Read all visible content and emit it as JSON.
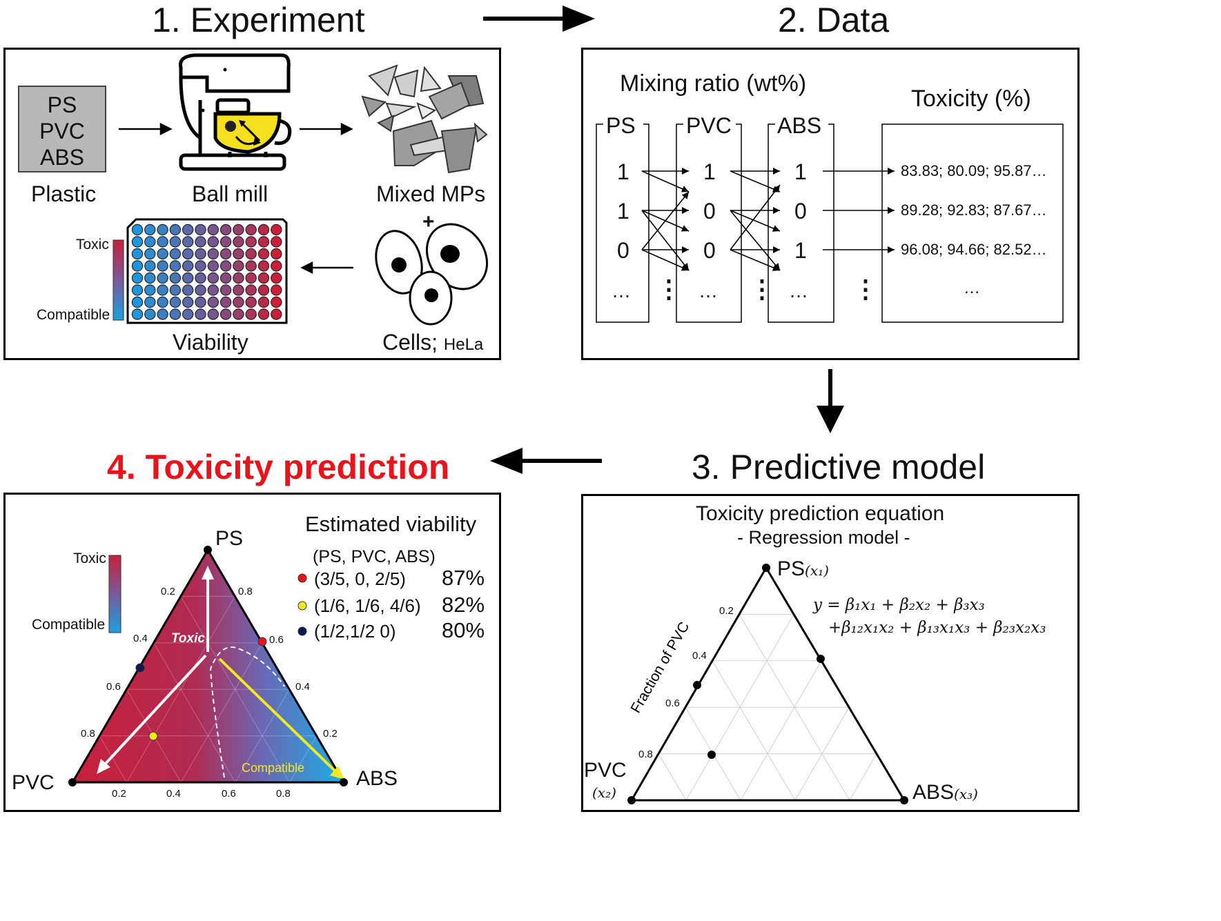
{
  "titles": {
    "experiment": "1. Experiment",
    "data": "2. Data",
    "model": "3. Predictive model",
    "prediction": "4. Toxicity prediction",
    "prediction_color": "#e8141b"
  },
  "experiment": {
    "plastic_items": [
      "PS",
      "PVC",
      "ABS"
    ],
    "plastic_label": "Plastic",
    "ballmill_label": "Ball mill",
    "mixed_label": "Mixed MPs",
    "plus": "+",
    "viability_label": "Viability",
    "cells_label": "Cells;",
    "cells_sub": "HeLa",
    "scale_top": "Toxic",
    "scale_bottom": "Compatible"
  },
  "data": {
    "mixing_ratio": "Mixing ratio (wt%)",
    "toxicity": "Toxicity (%)",
    "columns": [
      {
        "header": "PS",
        "values": [
          "1",
          "1",
          "0",
          "…"
        ]
      },
      {
        "header": "PVC",
        "values": [
          "1",
          "0",
          "0",
          "…"
        ]
      },
      {
        "header": "ABS",
        "values": [
          "1",
          "0",
          "1",
          "…"
        ]
      }
    ],
    "toxicity_rows": [
      "83.83; 80.09; 95.87…",
      "89.28; 92.83; 87.67…",
      "96.08; 94.66; 82.52…",
      "…"
    ],
    "vdots": "⋮"
  },
  "model": {
    "heading": "Toxicity prediction equation",
    "subheading": "- Regression model -",
    "vertex_ps": "PS",
    "vertex_pvc": "PVC",
    "vertex_abs": "ABS",
    "var_ps": "(x₁)",
    "var_pvc": "(x₂)",
    "var_abs": "(x₃)",
    "eq_line1": "y = β₁x₁ + β₂x₂ + β₃x₃",
    "eq_line2": "+β₁₂x₁x₂ + β₁₃x₁x₃ + β₂₃x₂x₃",
    "axis_label": "Fraction of PVC",
    "ticks": [
      "0.2",
      "0.4",
      "0.6",
      "0.8"
    ]
  },
  "prediction": {
    "estimated": "Estimated viability",
    "legend_header": "(PS, PVC, ABS)",
    "points": [
      {
        "label": "(3/5, 0, 2/5)",
        "value": "87%",
        "color": "#e8141b"
      },
      {
        "label": "(1/6, 1/6, 4/6)",
        "value": "82%",
        "color": "#f2e81c"
      },
      {
        "label": "(1/2,1/2 0)",
        "value": "80%",
        "color": "#101850"
      }
    ],
    "vertex_ps": "PS",
    "vertex_pvc": "PVC",
    "vertex_abs": "ABS",
    "toxic_label": "Toxic",
    "compatible_label": "Compatible",
    "scale_top": "Toxic",
    "scale_bottom": "Compatible",
    "ticks": [
      "0.2",
      "0.4",
      "0.6",
      "0.8"
    ],
    "colors": {
      "toxic": "#c8203a",
      "compatible": "#1aa0e0"
    }
  }
}
